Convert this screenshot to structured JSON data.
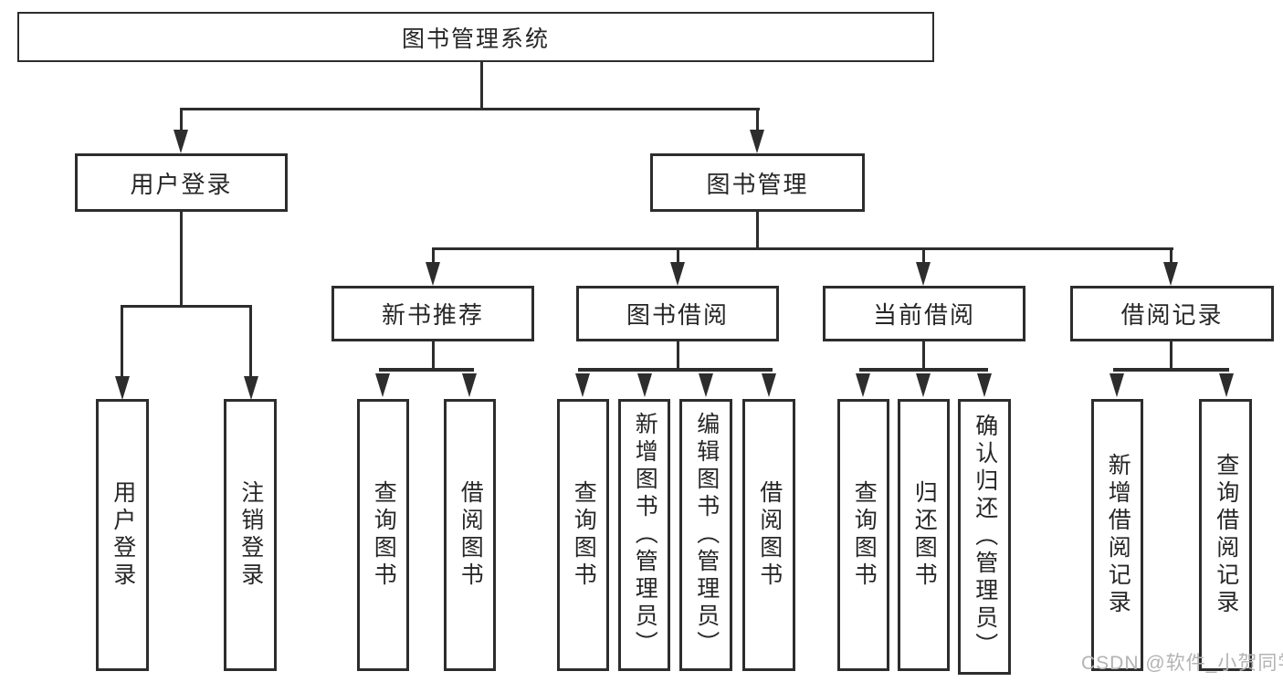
{
  "watermark": "CSDN @软件_小贺同学",
  "colors": {
    "line": "#2d2d2d",
    "text": "#262626",
    "watermark": "#b3b3b3"
  },
  "tree": {
    "root": {
      "label": "图书管理系统",
      "children": [
        {
          "label": "用户登录",
          "children": [
            {
              "label": "用户登录"
            },
            {
              "label": "注销登录"
            }
          ]
        },
        {
          "label": "图书管理",
          "children": [
            {
              "label": "新书推荐",
              "children": [
                {
                  "label": "查询图书"
                },
                {
                  "label": "借阅图书"
                }
              ]
            },
            {
              "label": "图书借阅",
              "children": [
                {
                  "label": "查询图书"
                },
                {
                  "label": "新增图书（管理员）"
                },
                {
                  "label": "编辑图书（管理员）"
                },
                {
                  "label": "借阅图书"
                }
              ]
            },
            {
              "label": "当前借阅",
              "children": [
                {
                  "label": "查询图书"
                },
                {
                  "label": "归还图书"
                },
                {
                  "label": "确认归还（管理员）"
                }
              ]
            },
            {
              "label": "借阅记录",
              "children": [
                {
                  "label": "新增借阅记录"
                },
                {
                  "label": "查询借阅记录"
                }
              ]
            }
          ]
        }
      ]
    }
  }
}
